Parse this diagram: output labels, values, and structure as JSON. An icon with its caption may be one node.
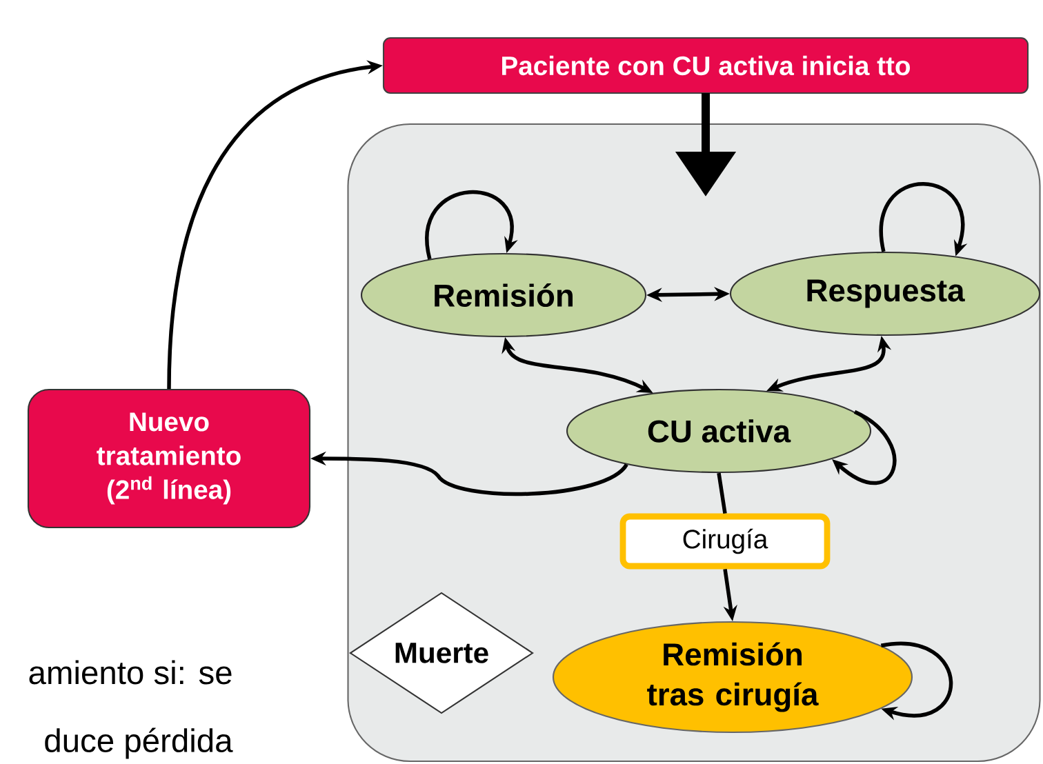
{
  "diagram": {
    "nodes": [
      {
        "text": [
          "Paciente con CU activa inicia tto"
        ]
      },
      {
        "text": [],
        "shape": "box"
      },
      {
        "text": [
          "Remisión"
        ],
        "in": 1
      },
      {
        "text": [
          "Respuesta"
        ],
        "in": 1
      },
      {
        "text": [
          "CU activa"
        ],
        "in": 1
      },
      {
        "text": [
          "Cirugía"
        ],
        "in": 1
      },
      {
        "text": [
          "Muerte"
        ],
        "in": 1
      },
      {
        "text": [
          "Remisión tras cirugía"
        ],
        "in": 1
      },
      {
        "text": [
          "Nuevo tratamiento (2$^{nd}$ línea)"
        ]
      }
    ],
    "edges": [
      {
        "from": 0,
        "to": 1,
        "arrow": "to",
        "style": "thick"
      },
      {
        "from": 8,
        "to": 0,
        "arrow": "to"
      },
      {
        "from": 2,
        "to": 3,
        "arrow": "both"
      },
      {
        "from": 2,
        "to": 4,
        "arrow": "both"
      },
      {
        "from": 3,
        "to": 4,
        "arrow": "both"
      },
      {
        "from": 4,
        "to": 8,
        "arrow": "to"
      },
      {
        "from": 4,
        "to": 5,
        "arrow": "none"
      },
      {
        "from": 5,
        "to": 7,
        "arrow": "to"
      },
      {
        "from": 2,
        "to": 2,
        "arrow": "to"
      },
      {
        "from": 3,
        "to": 3,
        "arrow": "to"
      },
      {
        "from": 4,
        "to": 4,
        "arrow": "to"
      },
      {
        "from": 7,
        "to": 7,
        "arrow": "to"
      }
    ],
    "labels": [
      "amiento si: se",
      "duce pérdida"
    ]
  }
}
